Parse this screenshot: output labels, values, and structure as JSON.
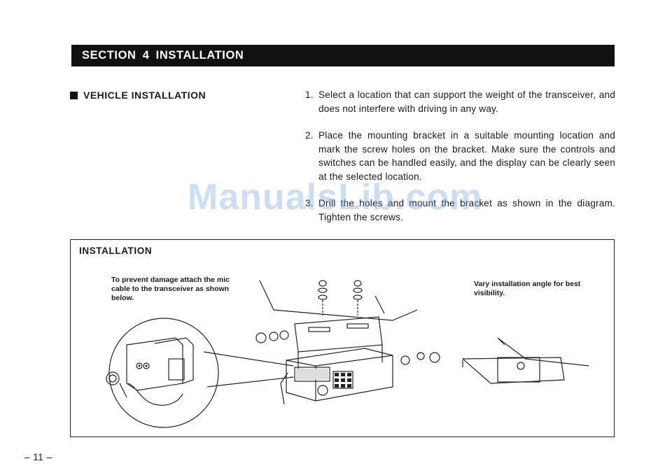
{
  "section": {
    "title": "SECTION  4  INSTALLATION"
  },
  "subsection": {
    "title": "VEHICLE INSTALLATION"
  },
  "steps": [
    {
      "num": "1.",
      "text": "Select a location that can support the weight of the transceiver, and does not interfere with driving in any way."
    },
    {
      "num": "2.",
      "text": "Place the mounting bracket in a suitable mounting location and mark the screw holes on the bracket. Make sure the controls and switches can be handled easily, and the display can be clearly seen at the selected location."
    },
    {
      "num": "3.",
      "text": "Drill the holes and mount the bracket as shown in the diagram. Tighten the screws."
    }
  ],
  "watermark": "ManualsLib.com",
  "diagram": {
    "title": "INSTALLATION",
    "note_left": "To prevent damage attach the mic cable to the transceiver as shown below.",
    "note_right": "Vary installation angle for best visibility."
  },
  "page": {
    "number": "– 11 –"
  }
}
